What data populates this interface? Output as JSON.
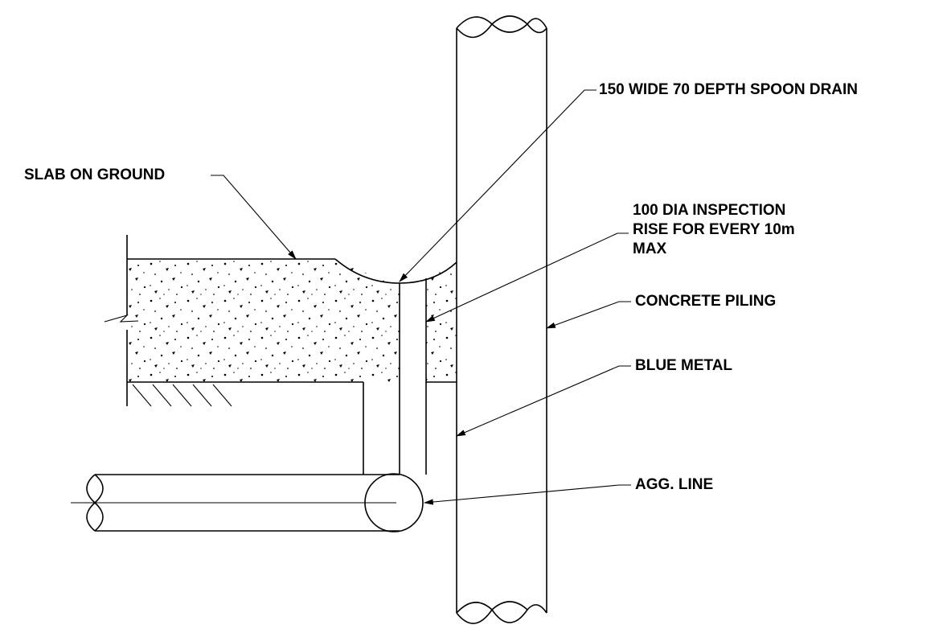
{
  "labels": {
    "spoon_drain": "150 WIDE 70 DEPTH SPOON DRAIN",
    "slab_on_ground": "SLAB ON GROUND",
    "inspection_rise": [
      "100 DIA INSPECTION",
      "RISE FOR EVERY 10m",
      "MAX"
    ],
    "concrete_piling": "CONCRETE PILING",
    "blue_metal": "BLUE METAL",
    "agg_line": "AGG. LINE"
  }
}
